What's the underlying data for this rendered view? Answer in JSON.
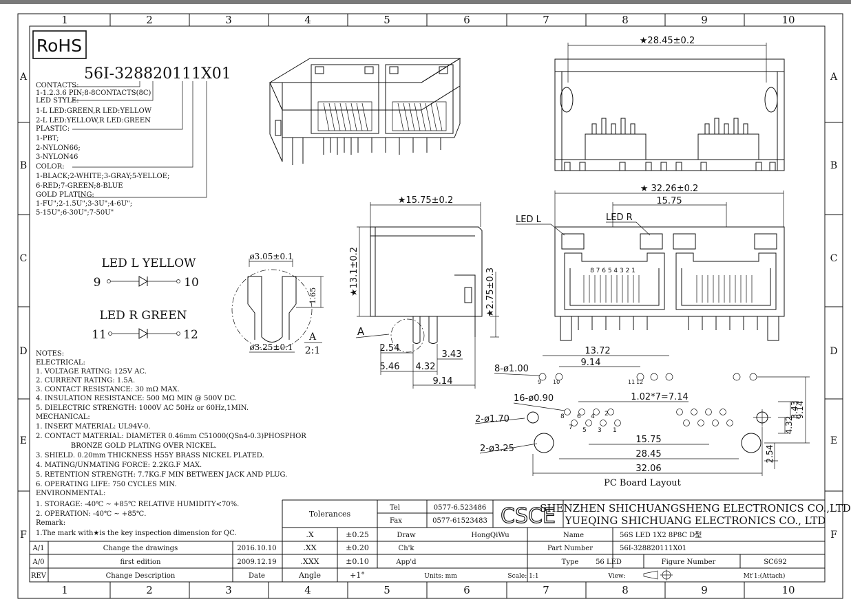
{
  "grid": {
    "columns": [
      "1",
      "2",
      "3",
      "4",
      "5",
      "6",
      "7",
      "8",
      "9",
      "10"
    ],
    "rows": [
      "A",
      "B",
      "C",
      "D",
      "E",
      "F"
    ]
  },
  "header": {
    "rohs": "RoHS",
    "part_code": "56I-328820111X01"
  },
  "option_lines": [
    "CONTACTS:",
    "1-1.2.3.6 PIN;8-8CONTACTS(8C)",
    "LED STYLE:",
    "1-L LED:GREEN,R LED:YELLOW",
    "2-L LED:YELLOW,R LED:GREEN",
    "PLASTIC:",
    "1-PBT;",
    "2-NYLON66;",
    "3-NYLON46",
    "COLOR:",
    "1-BLACK;2-WHITE;3-GRAY;5-YELLOE;",
    "6-RED;7-GREEN;8-BLUE",
    "GOLD PLATING:",
    "1-FU\";2-1.5U\";3-3U\";4-6U\";",
    "5-15U\";6-30U\";7-50U\""
  ],
  "led": {
    "l_title": "LED L YELLOW",
    "l_pin_a": "9",
    "l_pin_b": "10",
    "r_title": "LED R GREEN",
    "r_pin_a": "11",
    "r_pin_b": "12"
  },
  "detail": {
    "dia_top": "ø3.05±0.1",
    "dia_bottom": "ø3.25±0.1",
    "height": "1.65",
    "view_label": "A",
    "scale": "2:1"
  },
  "side_view": {
    "width_dim": "★15.75±0.2",
    "height_dim": "★13.1±0.2",
    "pin_dim": "★2.75±0.3",
    "label_a": "A",
    "d1": "2.54",
    "d2": "3.43",
    "d3": "5.46",
    "d4": "4.32",
    "d5": "9.14"
  },
  "top_view": {
    "width_dim": "★28.45±0.2"
  },
  "front_view": {
    "width_dim": "★ 32.26±0.2",
    "inner_dim": "15.75",
    "led_l": "LED L",
    "led_r": "LED R",
    "pin_numbers": "8 7 6 5 4 3 2 1"
  },
  "pcb": {
    "d_13_72": "13.72",
    "d_9_14": "9.14",
    "hole_8": "8-ø1.00",
    "hole_16": "16-ø0.90",
    "pitch": "1.02*7=7.14",
    "hole_2_170": "2-ø1.70",
    "hole_2_325": "2-ø3.25",
    "d_15_75": "15.75",
    "d_28_45": "28.45",
    "d_32_06": "32.06",
    "d_3_43": "3.43",
    "d_4_32": "4.32",
    "d_9_14_v": "9.14",
    "d_2_54": "2.54",
    "pin_9": "9",
    "pin_10": "10",
    "pin_11": "11",
    "pin_12": "12",
    "pin_8": "8",
    "pin_6": "6",
    "pin_4": "4",
    "pin_2": "2",
    "pin_7": "7",
    "pin_5": "5",
    "pin_3": "3",
    "pin_1": "1",
    "caption": "PC Board Layout"
  },
  "notes": [
    "NOTES:",
    "ELECTRICAL:",
    "1. VOLTAGE RATING: 125V AC.",
    "2. CURRENT RATING: 1.5A.",
    "3. CONTACT RESISTANCE: 30 mΩ MAX.",
    "4. INSULATION RESISTANCE: 500 MΩ MIN @ 500V DC.",
    "5. DIELECTRIC STRENGTH: 1000V AC 50Hz or 60Hz,1MIN.",
    "MECHANICAL:",
    "1. INSERT MATERIAL: UL94V-0.",
    "2. CONTACT MATERIAL: DIAMETER 0.46mm C51000(QSn4-0.3)PHOSPHOR",
    "                BRONZE GOLD PLATING OVER NICKEL.",
    "3. SHIELD. 0.20mm THICKNESS H55Y BRASS NICKEL PLATED.",
    "4. MATING/UNMATING FORCE: 2.2KG.F MAX.",
    "5. RETENTION STRENGTH: 7.7KG.F MIN BETWEEN JACK AND PLUG.",
    "6. OPERATING LIFE: 750 CYCLES MIN.",
    "ENVIRONMENTAL:",
    "1. STORAGE: -40℃ ~ +85℃ RELATIVE HUMIDITY<70%.",
    "2. OPERATION: -40℃ ~ +85℃.",
    "Remark:",
    "1.The mark with★is the key inspection dimension for QC."
  ],
  "revisions": [
    {
      "rev": "A/1",
      "desc": "Change the drawings",
      "date": "2016.10.10"
    },
    {
      "rev": "A/0",
      "desc": "first edition",
      "date": "2009.12.19"
    }
  ],
  "rev_header": {
    "rev": "REV",
    "desc": "Change Description",
    "date": "Date"
  },
  "tolerances": {
    "title": "Tolerances",
    "rows": [
      {
        "k": ".X",
        "v": "±0.25"
      },
      {
        "k": ".XX",
        "v": "±0.20"
      },
      {
        "k": ".XXX",
        "v": "±0.10"
      },
      {
        "k": "Angle",
        "v": "+1°"
      }
    ]
  },
  "title_block": {
    "tel_label": "Tel",
    "tel": "0577-6.523486",
    "fax_label": "Fax",
    "fax": "0577-61523483",
    "logo": "CSCE",
    "company_1": "SHENZHEN SHICHUANGSHENG ELECTRONICS CO.,LTD",
    "company_2": "YUEQING SHICHUANG ELECTRONICS CO., LTD",
    "draw_label": "Draw",
    "drawer": "HongQiWu",
    "chk_label": "Ch'k",
    "appd_label": "App'd",
    "units": "Units: mm",
    "scale": "Scale: 1:1",
    "view_label": "View:",
    "name_label": "Name",
    "name": "56S LED 1X2 8P8C D型",
    "part_label": "Part Number",
    "part": "56I-328820111X01",
    "type_label": "Type",
    "type": "56 LED",
    "figure_label": "Figure Number",
    "figure": "SC692",
    "mtl": "Mt'1:(Attach)"
  }
}
